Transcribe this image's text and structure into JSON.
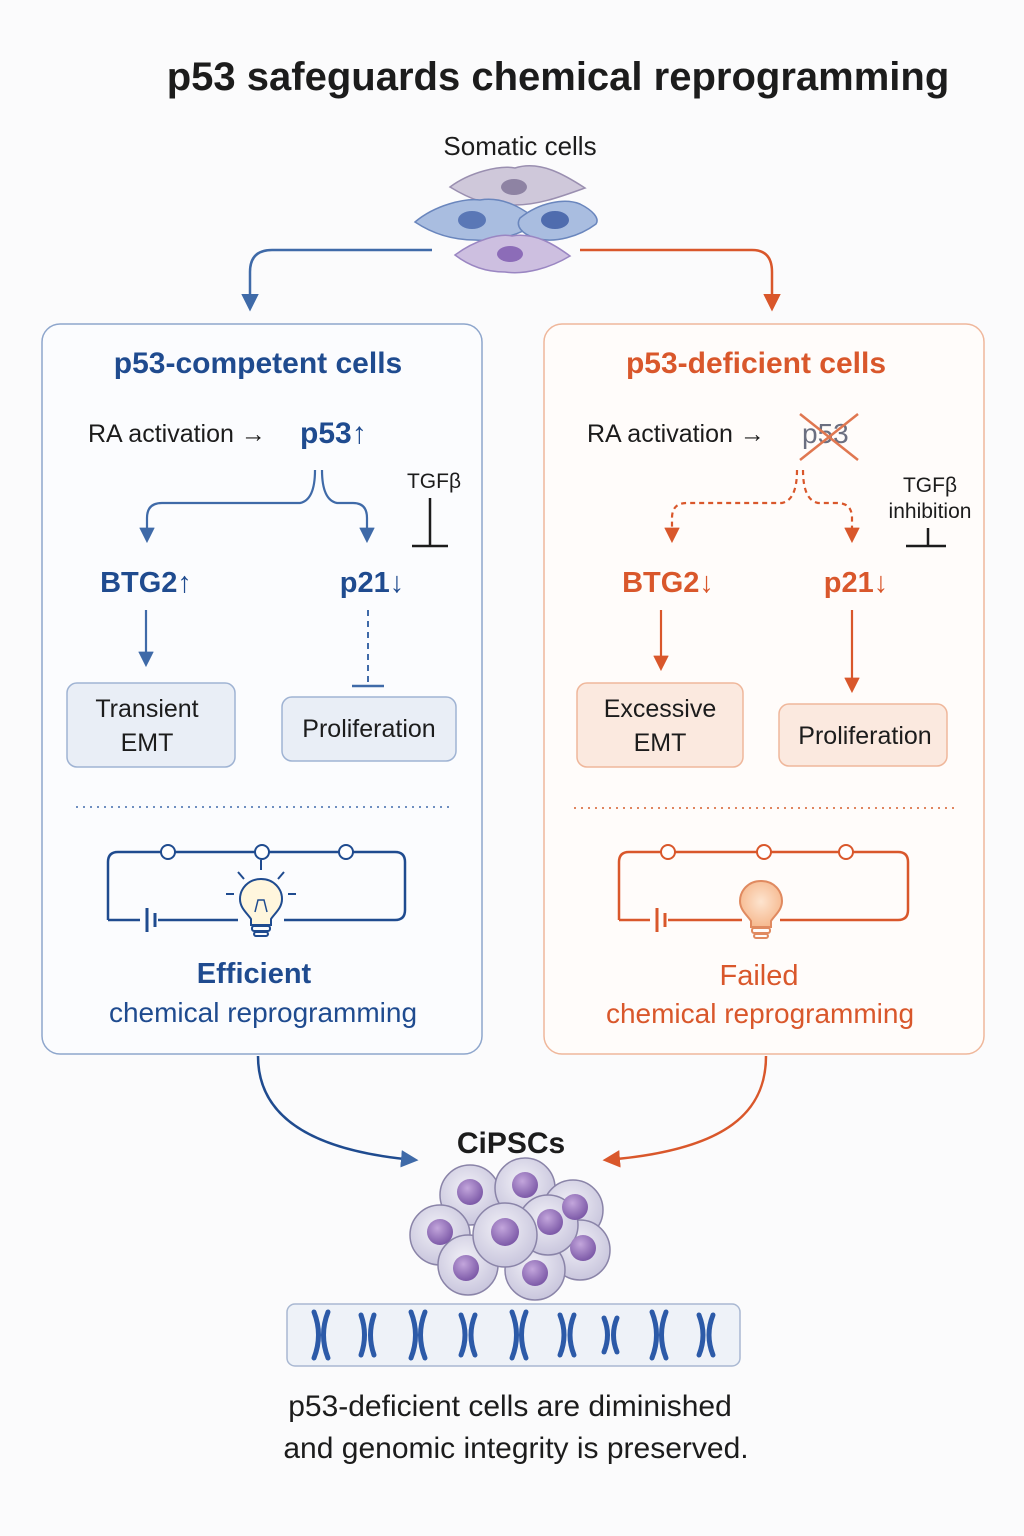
{
  "title": "p53 safeguards chemical reprogramming",
  "source_label": "Somatic cells",
  "colors": {
    "blue": "#1f4b8f",
    "blue_light": "#e9eef6",
    "orange": "#d9572b",
    "orange_light": "#fbe9df",
    "dark": "#1c1c1c"
  },
  "left_panel": {
    "title": "p53-competent cells",
    "ra_text": "RA activation →",
    "p53_label": "p53↑",
    "tgf_label": "TGFβ",
    "btg2_label": "BTG2↑",
    "p21_label": "p21↓",
    "box1": [
      "Transient",
      "EMT"
    ],
    "box2": "Proliferation",
    "outcome": [
      "Efficient",
      "chemical reprogramming"
    ]
  },
  "right_panel": {
    "title": "p53-deficient cells",
    "ra_text": "RA activation →",
    "p53_label": "p53",
    "tgf_label": [
      "TGFβ",
      "inhibition"
    ],
    "btg2_label": "BTG2↓",
    "p21_label": "p21↓",
    "box1": [
      "Excessive",
      "EMT"
    ],
    "box2": "Proliferation",
    "outcome": [
      "Failed",
      "chemical reprogramming"
    ]
  },
  "result_label": "CiPSCs",
  "caption": [
    "p53-deficient cells are diminished",
    "and genomic integrity is preserved."
  ]
}
